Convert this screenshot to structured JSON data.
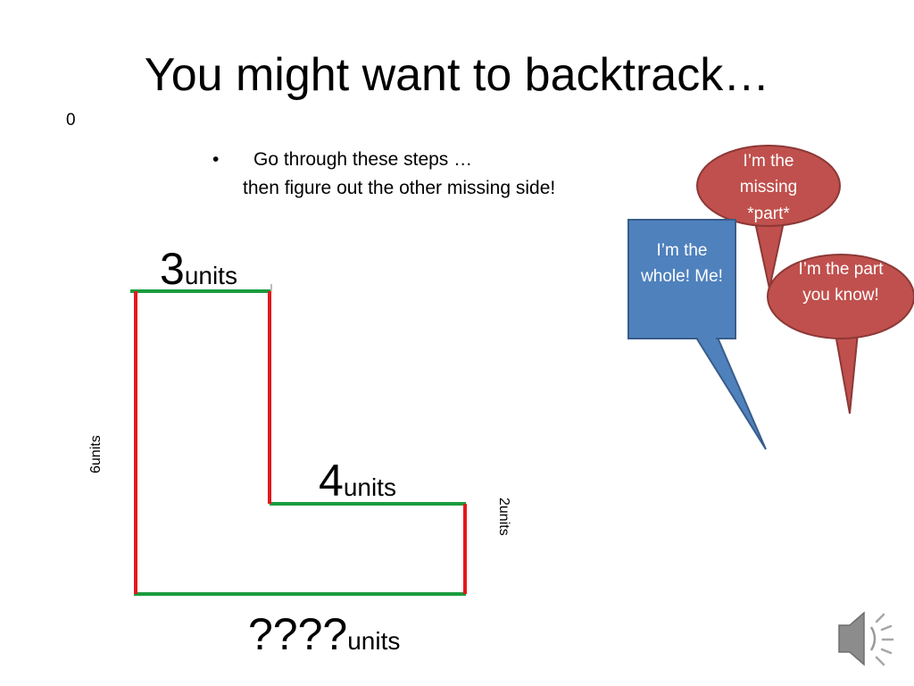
{
  "title": "You might want to backtrack…",
  "slide_number": "0",
  "bullet": {
    "symbol": "•",
    "line1": "Go through these steps …",
    "line2": "then figure out the other missing side!"
  },
  "labels": {
    "top": {
      "value": "3",
      "unit": "units"
    },
    "left": {
      "value": "6",
      "unit": "units"
    },
    "middle": {
      "value": "4",
      "unit": "units"
    },
    "right": {
      "value": "2",
      "unit": "units"
    },
    "bottom": {
      "value": "????",
      "unit": "units"
    }
  },
  "bubbles": {
    "missing_part": "I’m the missing *part*",
    "whole": "I’m the whole! Me!",
    "known_part": "I’m the part you know!"
  },
  "colors": {
    "horizontal_segments": "#1a9c3e",
    "vertical_segments": "#e3191e",
    "bubble_red_fill": "#c0504d",
    "bubble_red_stroke": "#8c3836",
    "bubble_blue_fill": "#4f81bd",
    "bubble_blue_stroke": "#385d8a"
  },
  "icons": [
    "speaker-icon"
  ]
}
